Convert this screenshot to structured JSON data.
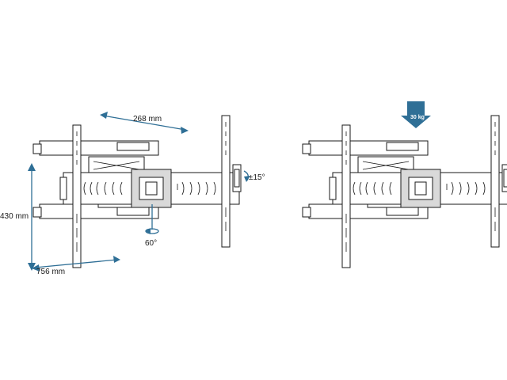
{
  "colors": {
    "accent": "#2f6f96",
    "line": "#1a1a1a",
    "panel_fill": "#d9d9d9",
    "background": "#ffffff"
  },
  "icons": [
    "rotation-arrow-icon",
    "weight-arrow-icon",
    "dimension-arrow-icon"
  ],
  "left_figure": {
    "dimension_depth": "268 mm",
    "dimension_height": "430 mm",
    "dimension_width": "756 mm",
    "tilt_angle": "±15°",
    "swivel_angle": "60°"
  },
  "right_figure": {
    "load_label": "30 kg"
  }
}
